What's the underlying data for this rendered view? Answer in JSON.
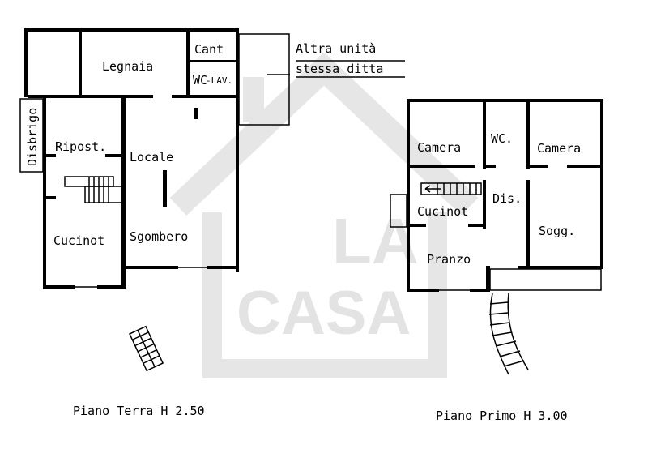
{
  "watermark": {
    "line1": "LA",
    "line2": "CASA"
  },
  "ground_floor": {
    "caption": "Piano Terra H 2.50",
    "rooms": {
      "legnaia": "Legnaia",
      "cant": "Cant",
      "wc": "WC",
      "wc_note": "-LAV.",
      "disbrigo": "Disbrigo",
      "ripost": "Ripost.",
      "locale": "Locale",
      "cucinot": "Cucinot",
      "sgombero": "Sgombero"
    },
    "note_line1": "Altra unità",
    "note_line2": "stessa ditta"
  },
  "first_floor": {
    "caption": "Piano Primo H 3.00",
    "rooms": {
      "camera_left": "Camera",
      "wc": "WC.",
      "camera_right": "Camera",
      "dis": "Dis.",
      "cucinot": "Cucinot",
      "sogg": "Sogg.",
      "pranzo": "Pranzo"
    }
  }
}
